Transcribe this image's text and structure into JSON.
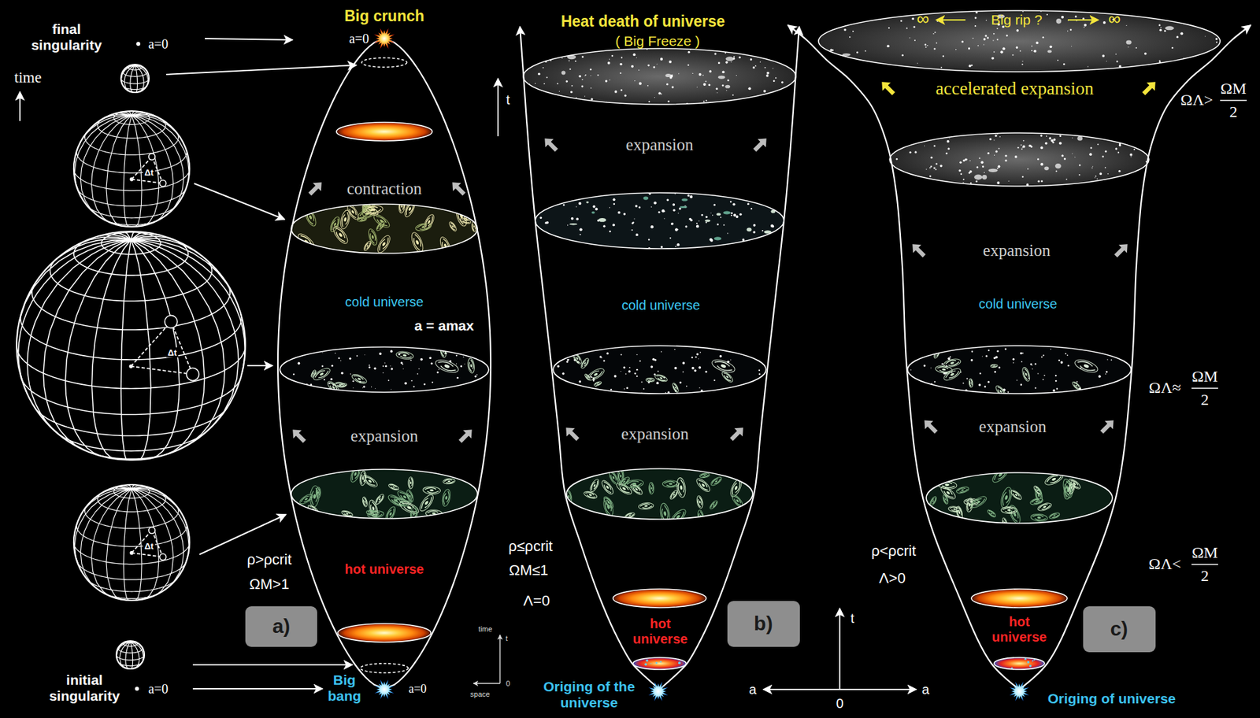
{
  "diagram": {
    "nodes": [
      {
        "text": [
          "a)"
        ]
      },
      {
        "text": [
          "b)"
        ]
      },
      {
        "text": [
          "c)"
        ]
      }
    ],
    "labels": [
      "final singularity",
      "a=0",
      "time",
      "Δt",
      "Δt",
      "Δt",
      "initial singularity",
      "a=0",
      "Big crunch",
      "a=0",
      "contraction",
      "cold universe",
      "a = amax",
      "expansion",
      "ρ>ρcrit",
      "ΩM>1",
      "hot universe",
      "Big bang",
      "a=0",
      "time",
      "t",
      "space",
      "0",
      "Heat death of universe",
      "( Big Freeze )",
      "t",
      "expansion",
      "cold universe",
      "expansion",
      "ρ≤ρcrit",
      "ΩM≤1",
      "Λ=0",
      "hot universe",
      "Origing of the universe",
      "Big rip ?",
      "∞",
      "∞",
      "accelerated expansion",
      "ΩΛ>",
      "ΩM",
      "2",
      "expansion",
      "cold universe",
      "ΩΛ≈",
      "ΩM",
      "2",
      "expansion",
      "ΩΛ<",
      "ΩM",
      "2",
      "ρ<ρcrit",
      "Λ>0",
      "hot universe",
      "t",
      "a",
      "a",
      "0",
      "Origing of universe"
    ]
  }
}
